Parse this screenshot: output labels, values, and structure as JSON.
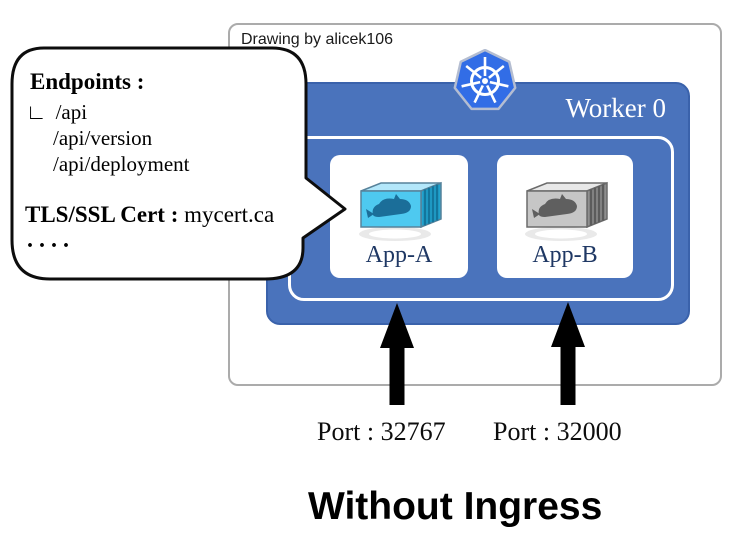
{
  "title": "Without Ingress",
  "watermark": "Drawing by alicek106",
  "worker": {
    "label": "Worker 0"
  },
  "apps": [
    {
      "label": "App-A",
      "icon": "docker-container-blue-icon"
    },
    {
      "label": "App-B",
      "icon": "docker-container-gray-icon"
    }
  ],
  "ports": [
    {
      "label": "Port : 32767"
    },
    {
      "label": "Port : 32000"
    }
  ],
  "callout": {
    "heading": "Endpoints :",
    "tree_symbol": "∟",
    "endpoints": [
      "/api",
      "/api/version",
      "/api/deployment"
    ],
    "cert_label": "TLS/SSL Cert :",
    "cert_value": " mycert.ca",
    "ellipsis": "...."
  },
  "icons": {
    "kubernetes": "kubernetes-logo-icon",
    "arrow": "up-arrow-icon"
  },
  "colors": {
    "worker_blue": "#4a73bc",
    "worker_border_blue": "#3a62ab",
    "kubernetes_blue": "#326de6",
    "app_label_navy": "#1f3864",
    "container_blue_front": "#4ec9f0",
    "container_blue_side": "#22a3cf",
    "container_gray_front": "#c6c6c6",
    "container_gray_side": "#8f8f8f",
    "outer_border_gray": "#ababab",
    "arrow_black": "#000000"
  }
}
